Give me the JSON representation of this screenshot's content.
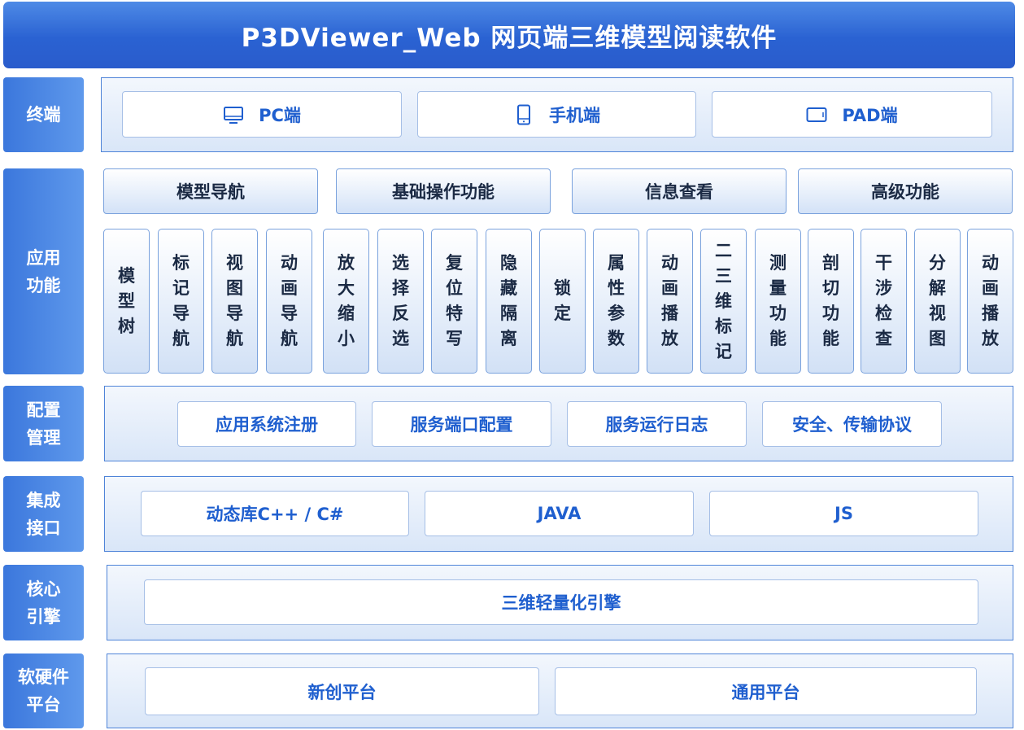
{
  "title": "P3DViewer_Web 网页端三维模型阅读软件",
  "colors": {
    "accent": "#2a62d2",
    "card_text": "#1f5fcf",
    "panel_border": "#4f84d8"
  },
  "layers": {
    "terminal": {
      "label": "终端",
      "items": [
        {
          "label": "PC端",
          "icon": "monitor-icon"
        },
        {
          "label": "手机端",
          "icon": "phone-icon"
        },
        {
          "label": "PAD端",
          "icon": "tablet-icon"
        }
      ]
    },
    "application": {
      "label": "应用\n功能",
      "groups": [
        "模型导航",
        "基础操作功能",
        "信息查看",
        "高级功能"
      ],
      "items": [
        "模型树",
        "标记导航",
        "视图导航",
        "动画导航",
        "放大缩小",
        "选择反选",
        "复位特写",
        "隐藏隔离",
        "锁定",
        "属性参数",
        "动画播放",
        "二三维标记",
        "测量功能",
        "剖切功能",
        "干涉检查",
        "分解视图",
        "动画播放"
      ]
    },
    "config": {
      "label": "配置\n管理",
      "items": [
        "应用系统注册",
        "服务端口配置",
        "服务运行日志",
        "安全、传输协议"
      ]
    },
    "integration": {
      "label": "集成\n接口",
      "items": [
        "动态库C++ / C#",
        "JAVA",
        "JS"
      ]
    },
    "core": {
      "label": "核心\n引擎",
      "items": [
        "三维轻量化引擎"
      ]
    },
    "platform": {
      "label": "软硬件\n平台",
      "items": [
        "新创平台",
        "通用平台"
      ]
    }
  }
}
